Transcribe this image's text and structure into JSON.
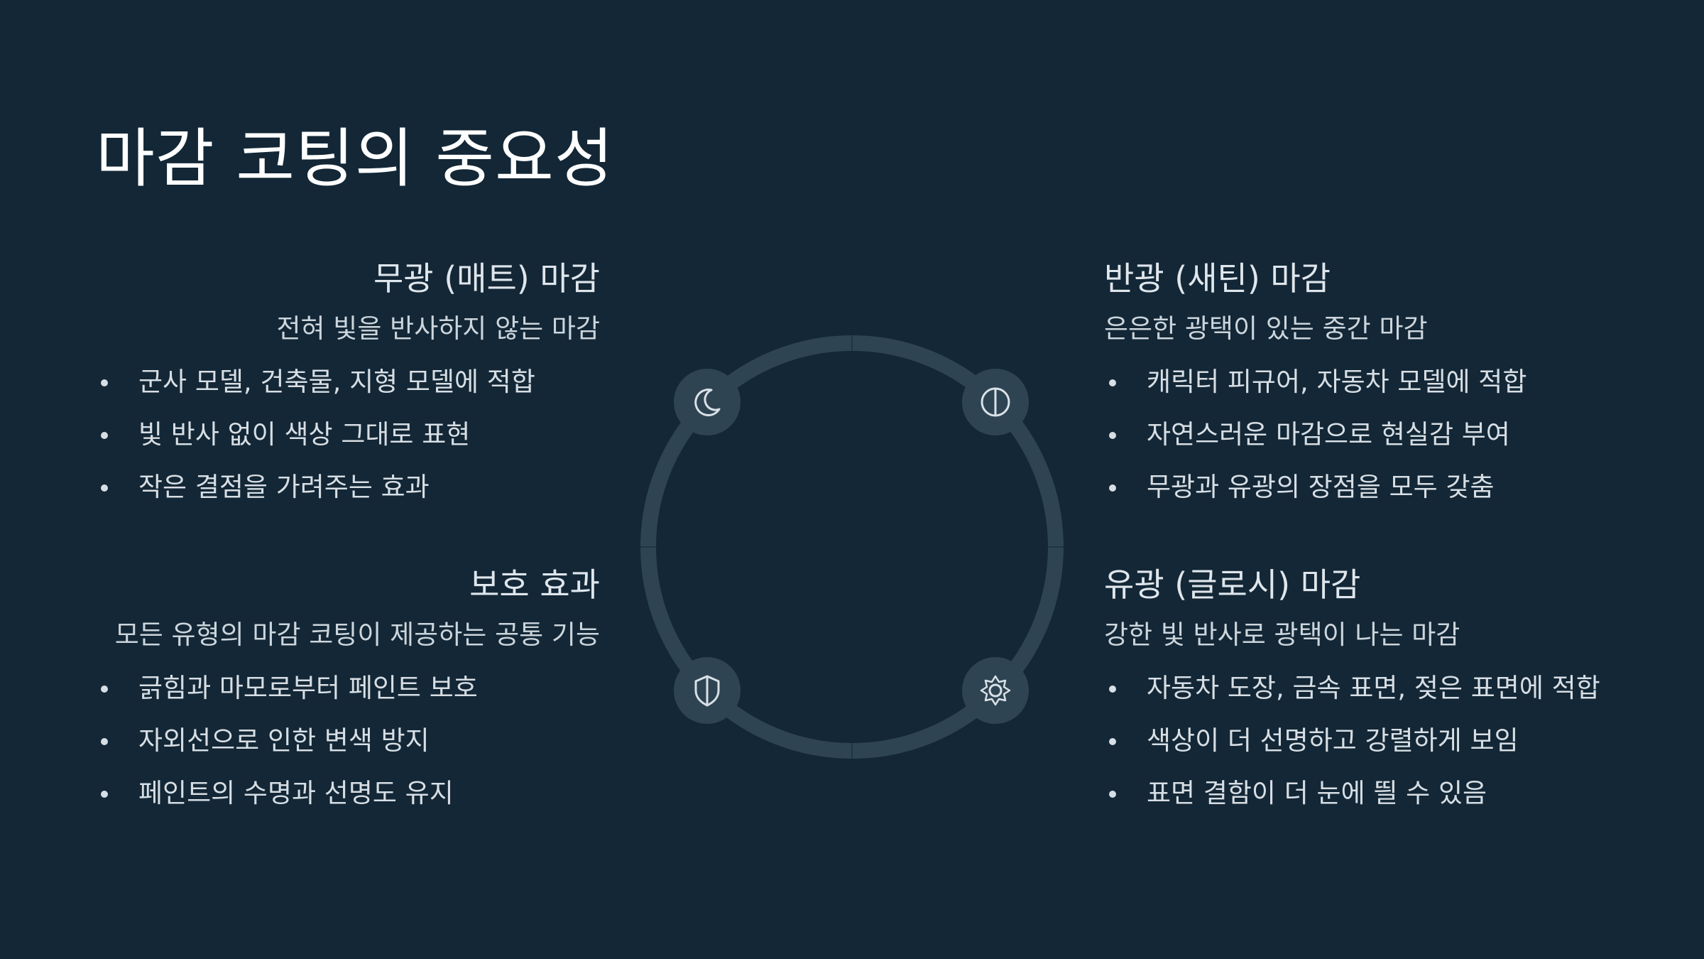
{
  "slide": {
    "title": "마감 코팅의 중요성",
    "background": "#132736"
  },
  "sections": {
    "matte": {
      "title": "무광 (매트) 마감",
      "subtitle": "전혀 빛을 반사하지 않는 마감",
      "bullets": [
        "군사 모델, 건축물, 지형 모델에 적합",
        "빛 반사 없이 색상 그대로 표현",
        "작은 결점을 가려주는 효과"
      ]
    },
    "satin": {
      "title": "반광 (새틴) 마감",
      "subtitle": "은은한 광택이 있는 중간 마감",
      "bullets": [
        "캐릭터 피규어, 자동차 모델에 적합",
        "자연스러운 마감으로 현실감 부여",
        "무광과 유광의 장점을 모두 갖춤"
      ]
    },
    "protection": {
      "title": "보호 효과",
      "subtitle": "모든 유형의 마감 코팅이 제공하는 공통 기능",
      "bullets": [
        "긁힘과 마모로부터 페인트 보호",
        "자외선으로 인한 변색 방지",
        "페인트의 수명과 선명도 유지"
      ]
    },
    "gloss": {
      "title": "유광 (글로시) 마감",
      "subtitle": "강한 빛 반사로 광택이 나는 마감",
      "bullets": [
        "자동차 도장, 금속 표면, 젖은 표면에 적합",
        "색상이 더 선명하고 강렬하게 보임",
        "표면 결함이 더 눈에 띌 수 있음"
      ]
    }
  },
  "cycle": {
    "ring_color": "#2f4452",
    "node_color": "#2f4452",
    "icon_color": "#d9e1e8",
    "nodes": [
      {
        "icon": "moon-icon",
        "position": "top-left"
      },
      {
        "icon": "half-circle-icon",
        "position": "top-right"
      },
      {
        "icon": "shield-icon",
        "position": "bottom-left"
      },
      {
        "icon": "sun-icon",
        "position": "bottom-right"
      }
    ]
  }
}
